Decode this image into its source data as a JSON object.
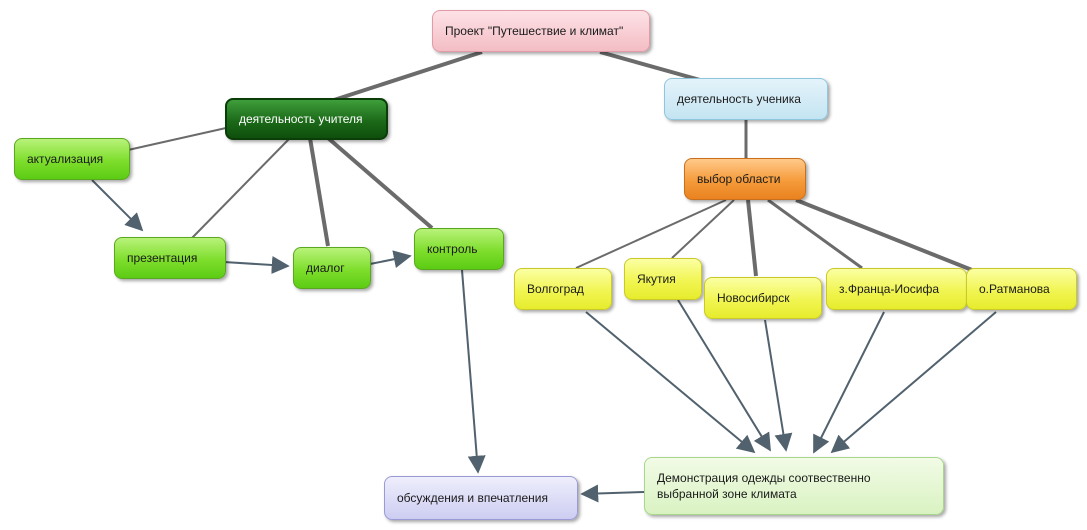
{
  "nodes": {
    "project": "Проект \"Путешествие и климат\"",
    "teacher": "деятельность учителя",
    "student": "деятельность ученика",
    "actualization": "актуализация",
    "presentation": "презентация",
    "dialog": "диалог",
    "control": "контроль",
    "area_choice": "выбор области",
    "volgograd": "Волгоград",
    "yakutia": "Якутия",
    "novosibirsk": "Новосибирск",
    "franz_josef": "з.Франца-Иосифа",
    "ratmanov": "о.Ратманова",
    "demonstration": "Демонстрация одежды соотвественно выбранной зоне климата",
    "discussion": "обсуждения и впечатления"
  },
  "colors": {
    "line": "#6b6b6b",
    "arrow": "#51626e"
  }
}
